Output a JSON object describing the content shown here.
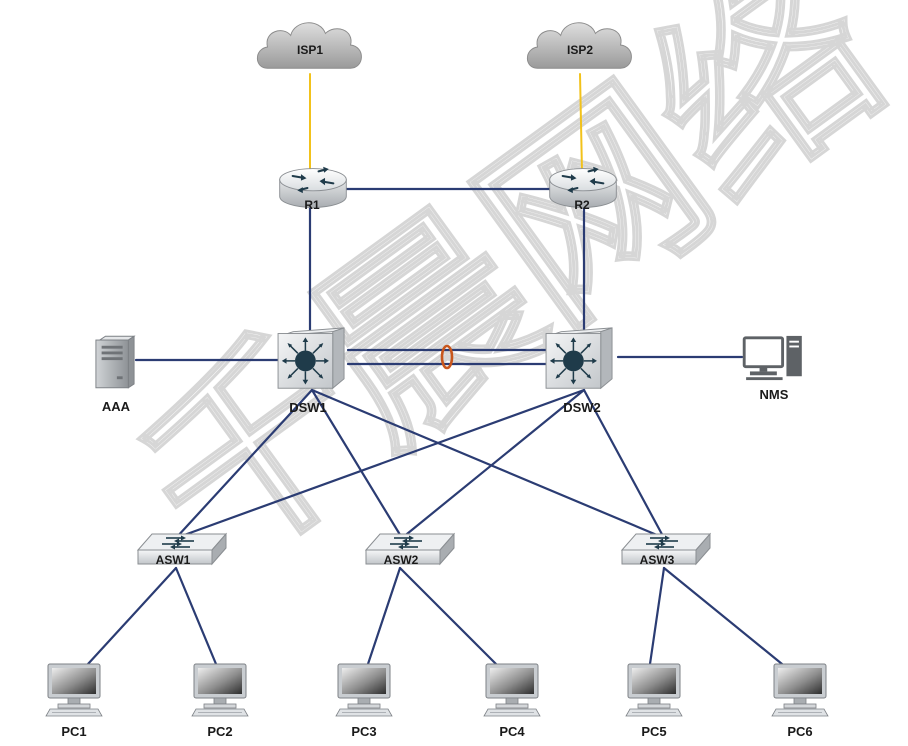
{
  "watermark": "千晨网络",
  "colors": {
    "link": "#2b3c73",
    "isp_link": "#f2c21b",
    "ring": "#c8561c",
    "cloud": "#a9a9a9",
    "device_dark": "#1f3b4a"
  },
  "nodes": {
    "isp1": {
      "label": "ISP1",
      "icon": "cloud-icon"
    },
    "isp2": {
      "label": "ISP2",
      "icon": "cloud-icon"
    },
    "r1": {
      "label": "R1",
      "icon": "router-icon"
    },
    "r2": {
      "label": "R2",
      "icon": "router-icon"
    },
    "dsw1": {
      "label": "DSW1",
      "icon": "core-switch-icon"
    },
    "dsw2": {
      "label": "DSW2",
      "icon": "core-switch-icon"
    },
    "aaa": {
      "label": "AAA",
      "icon": "server-icon"
    },
    "nms": {
      "label": "NMS",
      "icon": "workstation-icon"
    },
    "asw1": {
      "label": "ASW1",
      "icon": "access-switch-icon"
    },
    "asw2": {
      "label": "ASW2",
      "icon": "access-switch-icon"
    },
    "asw3": {
      "label": "ASW3",
      "icon": "access-switch-icon"
    },
    "pc1": {
      "label": "PC1",
      "icon": "pc-icon"
    },
    "pc2": {
      "label": "PC2",
      "icon": "pc-icon"
    },
    "pc3": {
      "label": "PC3",
      "icon": "pc-icon"
    },
    "pc4": {
      "label": "PC4",
      "icon": "pc-icon"
    },
    "pc5": {
      "label": "PC5",
      "icon": "pc-icon"
    },
    "pc6": {
      "label": "PC6",
      "icon": "pc-icon"
    }
  },
  "links": [
    {
      "from": "isp1",
      "to": "r1",
      "type": "isp"
    },
    {
      "from": "isp2",
      "to": "r2",
      "type": "isp"
    },
    {
      "from": "r1",
      "to": "r2",
      "type": "lan"
    },
    {
      "from": "r1",
      "to": "dsw1",
      "type": "lan"
    },
    {
      "from": "r2",
      "to": "dsw2",
      "type": "lan"
    },
    {
      "from": "dsw1",
      "to": "dsw2",
      "type": "eth-trunk"
    },
    {
      "from": "aaa",
      "to": "dsw1",
      "type": "lan"
    },
    {
      "from": "dsw2",
      "to": "nms",
      "type": "lan"
    },
    {
      "from": "dsw1",
      "to": "asw1",
      "type": "lan"
    },
    {
      "from": "dsw1",
      "to": "asw2",
      "type": "lan"
    },
    {
      "from": "dsw1",
      "to": "asw3",
      "type": "lan"
    },
    {
      "from": "dsw2",
      "to": "asw1",
      "type": "lan"
    },
    {
      "from": "dsw2",
      "to": "asw2",
      "type": "lan"
    },
    {
      "from": "dsw2",
      "to": "asw3",
      "type": "lan"
    },
    {
      "from": "asw1",
      "to": "pc1",
      "type": "lan"
    },
    {
      "from": "asw1",
      "to": "pc2",
      "type": "lan"
    },
    {
      "from": "asw2",
      "to": "pc3",
      "type": "lan"
    },
    {
      "from": "asw2",
      "to": "pc4",
      "type": "lan"
    },
    {
      "from": "asw3",
      "to": "pc5",
      "type": "lan"
    },
    {
      "from": "asw3",
      "to": "pc6",
      "type": "lan"
    }
  ]
}
